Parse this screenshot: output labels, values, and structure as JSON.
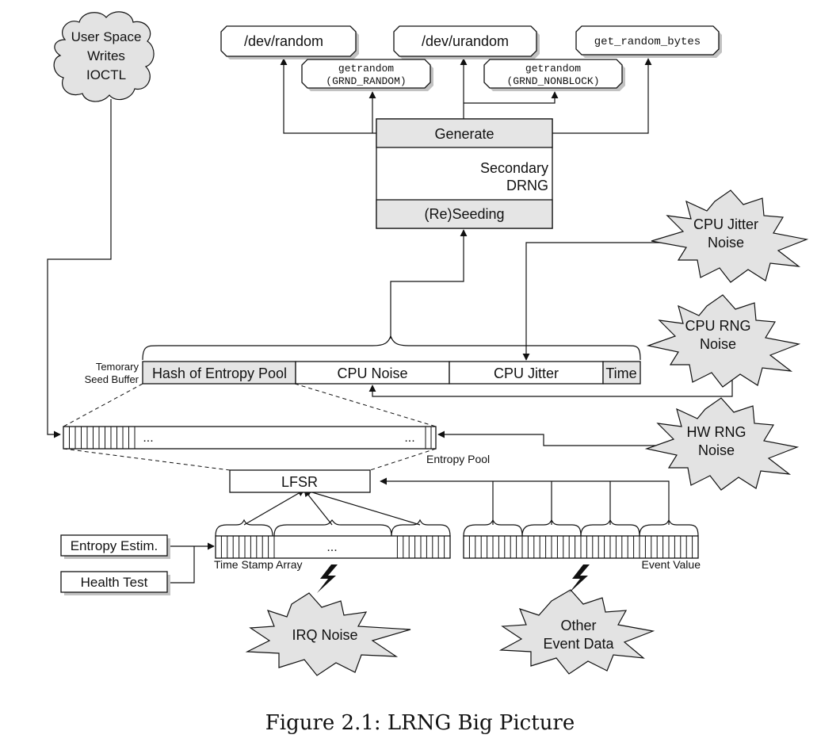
{
  "sources": {
    "cloud": [
      "User Space",
      "Writes",
      "IOCTL"
    ],
    "cpu_jitter": [
      "CPU Jitter",
      "Noise"
    ],
    "cpu_rng": [
      "CPU RNG",
      "Noise"
    ],
    "hw_rng": [
      "HW RNG",
      "Noise"
    ],
    "irq": [
      "IRQ Noise"
    ],
    "other_event": [
      "Other",
      "Event Data"
    ]
  },
  "interfaces": {
    "dev_random": "/dev/random",
    "dev_urandom": "/dev/urandom",
    "get_random_bytes": "get_random_bytes",
    "getrandom_random": [
      "getrandom",
      "(GRND_RANDOM)"
    ],
    "getrandom_nonblock": [
      "getrandom",
      "(GRND_NONBLOCK)"
    ]
  },
  "drng": {
    "generate": "Generate",
    "name": [
      "Secondary",
      "DRNG"
    ],
    "seeding": "(Re)Seeding"
  },
  "seed_buffer": {
    "label": [
      "Temorary",
      "Seed Buffer"
    ],
    "cells": [
      "Hash of Entropy Pool",
      "CPU Noise",
      "CPU Jitter",
      "Time"
    ]
  },
  "entropy_pool": {
    "label": "Entropy Pool",
    "ellipsis": "..."
  },
  "lfsr": "LFSR",
  "time_stamp_array": {
    "label": "Time Stamp Array",
    "ellipsis": "..."
  },
  "event_value": "Event Value",
  "entropy_estim": "Entropy Estim.",
  "health_test": "Health Test",
  "caption": "Figure 2.1: LRNG Big Picture"
}
